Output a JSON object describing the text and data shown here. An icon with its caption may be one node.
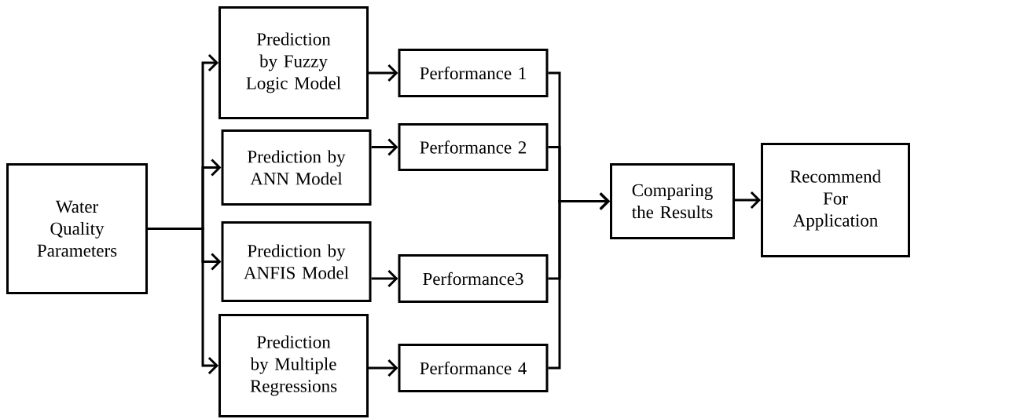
{
  "diagram": {
    "nodes": [
      {
        "text": [
          "Water Quality Parameters"
        ]
      },
      {
        "text": [
          "Prediction by Fuzzy Logic Model"
        ]
      },
      {
        "text": [
          "Prediction by ANN Model"
        ]
      },
      {
        "text": [
          "Prediction by ANFIS Model"
        ]
      },
      {
        "text": [
          "Prediction by Multiple Regressions"
        ]
      },
      {
        "text": [
          "Performance 1"
        ]
      },
      {
        "text": [
          "Performance 2"
        ]
      },
      {
        "text": [
          "Performance3"
        ]
      },
      {
        "text": [
          "Performance 4"
        ]
      },
      {
        "text": [
          "Comparing the Results"
        ]
      },
      {
        "text": [
          "Recommend For Application"
        ]
      }
    ],
    "edges": [
      {
        "from": 0,
        "to": 1,
        "arrow": "to"
      },
      {
        "from": 0,
        "to": 2,
        "arrow": "to"
      },
      {
        "from": 0,
        "to": 3,
        "arrow": "to"
      },
      {
        "from": 0,
        "to": 4,
        "arrow": "to"
      },
      {
        "from": 1,
        "to": 5,
        "arrow": "to"
      },
      {
        "from": 2,
        "to": 6,
        "arrow": "to"
      },
      {
        "from": 3,
        "to": 7,
        "arrow": "to"
      },
      {
        "from": 4,
        "to": 8,
        "arrow": "to"
      },
      {
        "from": 5,
        "to": 9,
        "arrow": "to"
      },
      {
        "from": 6,
        "to": 9,
        "arrow": "to"
      },
      {
        "from": 7,
        "to": 9,
        "arrow": "to"
      },
      {
        "from": 8,
        "to": 9,
        "arrow": "to"
      },
      {
        "from": 9,
        "to": 10,
        "arrow": "to"
      }
    ]
  }
}
